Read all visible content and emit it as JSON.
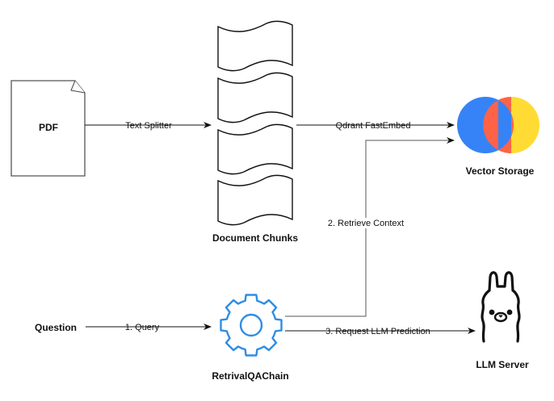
{
  "diagram": {
    "title": "RAG pipeline",
    "colors": {
      "gear": "#2f8de4",
      "vector_blue": "#3583f7",
      "vector_red": "#ff6347",
      "vector_yellow": "#ffdb33",
      "stroke": "#111111",
      "background": "#ffffff"
    },
    "nodes": {
      "pdf": {
        "label": "PDF",
        "icon": "document-icon"
      },
      "chunks": {
        "label": "Document Chunks",
        "icon": "document-chunk-icon",
        "count": 4
      },
      "vector": {
        "label": "Vector Storage",
        "icon": "vector-storage-icon"
      },
      "question": {
        "label": "Question"
      },
      "chain": {
        "label": "RetrivalQAChain",
        "icon": "gear-icon"
      },
      "llm": {
        "label": "LLM Server",
        "icon": "llama-icon"
      }
    },
    "edges": {
      "split": {
        "label": "Text Splitter",
        "from": "PDF",
        "to": "Document Chunks"
      },
      "embed": {
        "label": "Qdrant FastEmbed",
        "from": "Document Chunks",
        "to": "Vector Storage"
      },
      "query": {
        "label": "1. Query",
        "from": "Question",
        "to": "RetrivalQAChain"
      },
      "retrieve": {
        "label": "2. Retrieve Context",
        "from": "RetrivalQAChain",
        "to": "Vector Storage"
      },
      "predict": {
        "label": "3. Request LLM Prediction",
        "from": "RetrivalQAChain",
        "to": "LLM Server"
      }
    }
  }
}
